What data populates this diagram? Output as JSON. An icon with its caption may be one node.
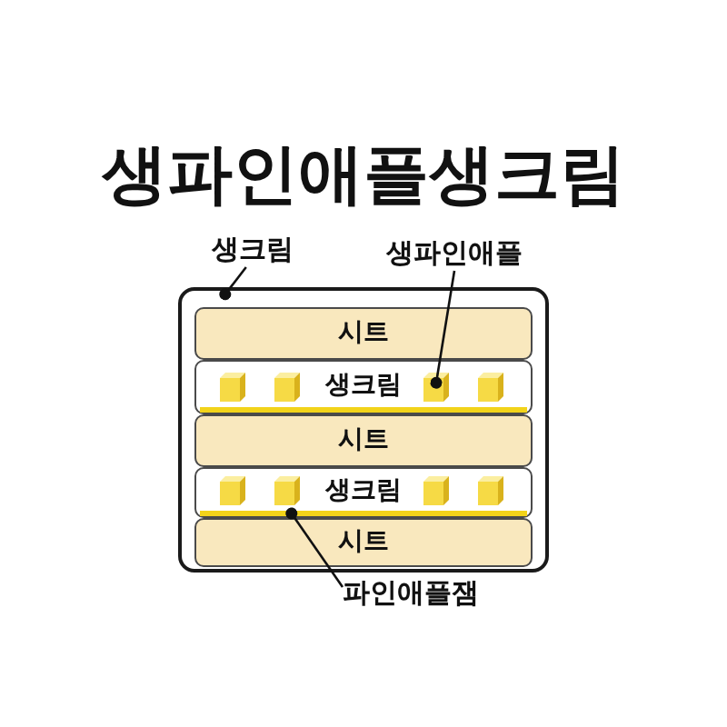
{
  "diagram": {
    "title": "생파인애플생크림",
    "nodes": [
      {
        "text": [
          "생크림"
        ]
      },
      {
        "text": [
          "생파인애플"
        ]
      },
      {
        "text": [],
        "shape": "box"
      },
      {
        "text": [
          "시트"
        ],
        "in": 2
      },
      {
        "text": [
          "생크림"
        ],
        "in": 2
      },
      {
        "text": [],
        "shape": "box",
        "in": 4
      },
      {
        "text": [
          "시트"
        ],
        "in": 2
      },
      {
        "text": [
          "생크림"
        ],
        "in": 2
      },
      {
        "text": [],
        "shape": "bar",
        "in": 7
      },
      {
        "text": [
          "시트"
        ],
        "in": 2
      },
      {
        "text": [
          "파인애플잼"
        ]
      }
    ],
    "edges": [
      {
        "from": 0,
        "to": 2,
        "arrow": "other"
      },
      {
        "from": 1,
        "to": 5,
        "arrow": "other"
      },
      {
        "from": 10,
        "to": 8,
        "arrow": "other"
      }
    ]
  }
}
